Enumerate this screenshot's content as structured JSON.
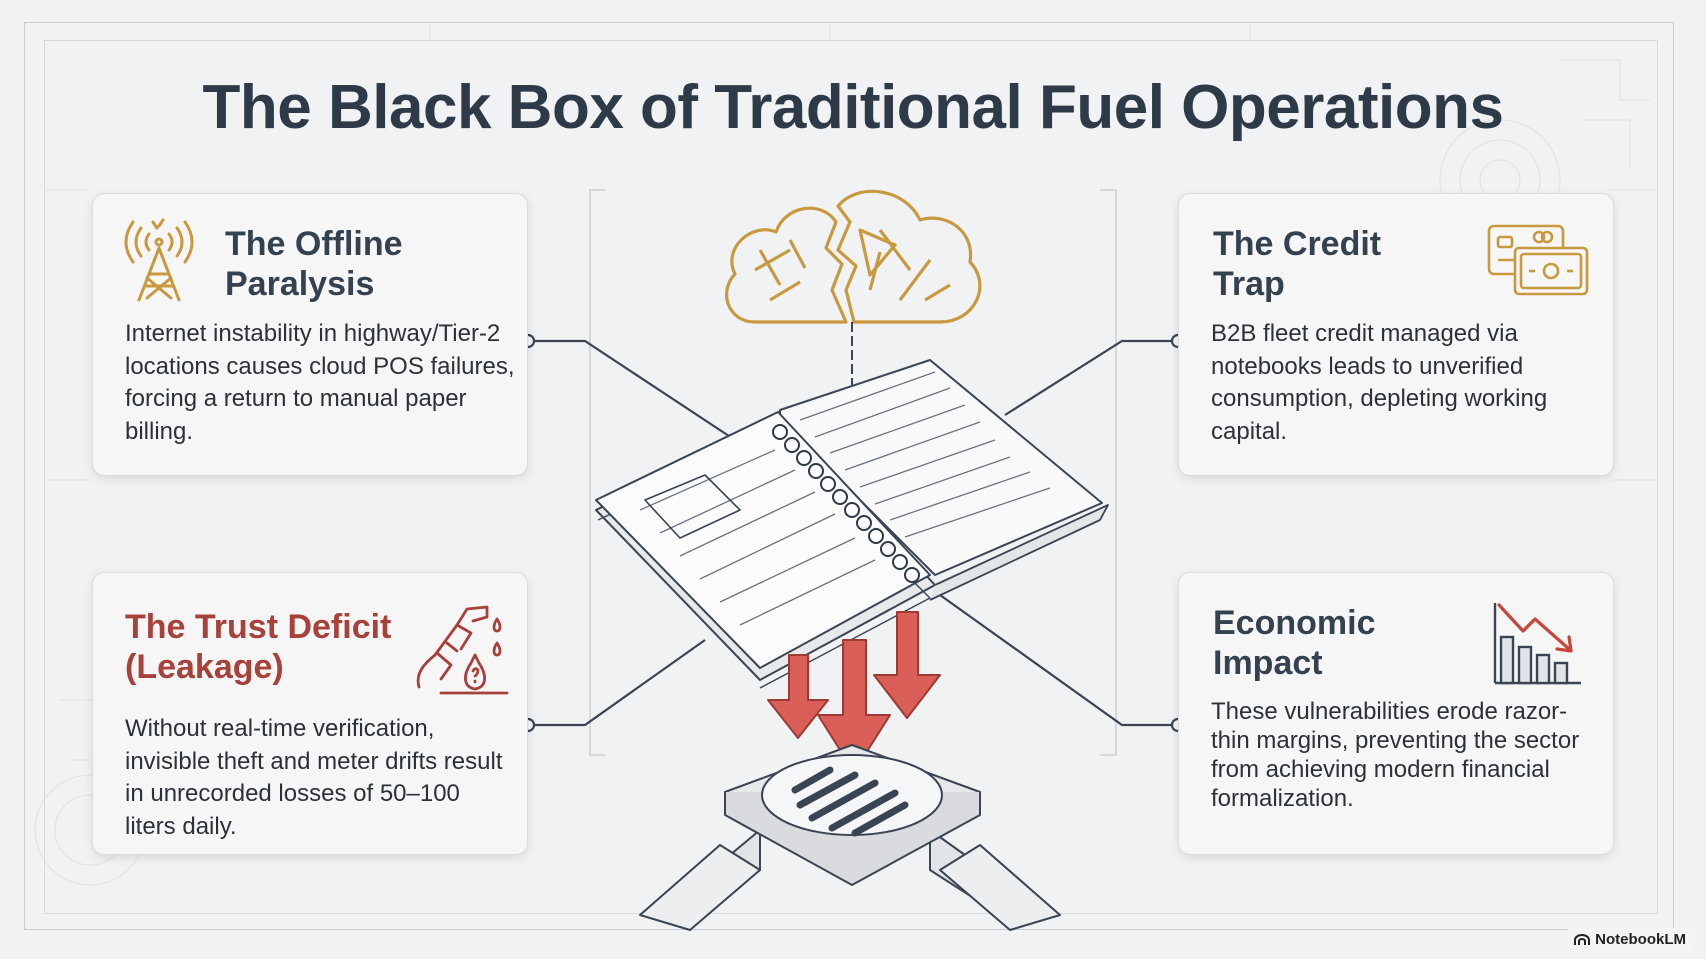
{
  "title": "The Black Box of Traditional Fuel Operations",
  "cards": [
    {
      "title": "The Offline\nParalysis",
      "body": "Internet instability in highway/Tier-2 locations causes cloud POS failures, forcing a return to manual paper billing.",
      "icon": "cell-tower-icon",
      "title_color": "#34414f"
    },
    {
      "title": "The Credit\nTrap",
      "body": "B2B fleet credit managed via notebooks leads to unverified consumption, depleting working capital.",
      "icon": "credit-card-cash-icon",
      "title_color": "#34414f"
    },
    {
      "title": "The Trust Deficit\n(Leakage)",
      "body": "Without real-time verification, invisible theft and meter drifts result in unrecorded losses of 50–100 liters daily.",
      "icon": "fuel-nozzle-leak-icon",
      "title_color": "#a8413a"
    },
    {
      "title": "Economic\nImpact",
      "body": "These vulnerabilities erode razor-thin margins, preventing the sector from achieving modern financial formalization.",
      "icon": "declining-bar-chart-icon",
      "title_color": "#34414f"
    }
  ],
  "center_icons": [
    "broken-cloud-icon",
    "paper-notebook-icon",
    "down-arrow-icon",
    "floor-drain-icon"
  ],
  "colors": {
    "accent_red": "#c9453c",
    "accent_gold": "#c9993f",
    "text_dark": "#2e3a48"
  },
  "watermark": "NotebookLM"
}
